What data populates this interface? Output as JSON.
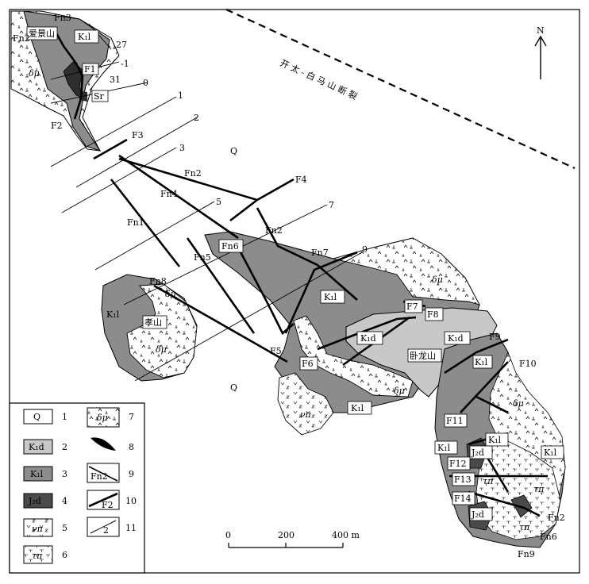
{
  "map": {
    "north_label": "N",
    "fault_label": "开 太 - 白 马 山 断 裂",
    "place_names": [
      "爱景山",
      "孝山",
      "卧龙山"
    ],
    "quaternary_label": "Q",
    "unit_labels": {
      "k1l": "K₁l",
      "k1d": "K₁d",
      "j2d": "J₂d",
      "dmu": "δμ",
      "vpi": "νπ",
      "tpi": "τπ",
      "sr": "Sr",
      "f1": "F1"
    },
    "faults_major": [
      "F2",
      "F3",
      "F4",
      "F5",
      "F6",
      "F7",
      "F8",
      "F9",
      "F10",
      "F11",
      "F12",
      "F13",
      "F14"
    ],
    "faults_minor": [
      "Fn1",
      "Fn2",
      "Fn3",
      "Fn4",
      "Fn5",
      "Fn6",
      "Fn7",
      "Fn8",
      "Fn9"
    ],
    "section_numbers": [
      "-1",
      "0",
      "1",
      "2",
      "3",
      "5",
      "7",
      "9",
      "27",
      "31"
    ]
  },
  "scale": {
    "ticks": [
      "0",
      "200",
      "400 m"
    ]
  },
  "legend": {
    "items": [
      {
        "num": "1",
        "symbol": "Q"
      },
      {
        "num": "2",
        "symbol": "K₁d"
      },
      {
        "num": "3",
        "symbol": "K₁l"
      },
      {
        "num": "4",
        "symbol": "J₂d"
      },
      {
        "num": "5",
        "symbol": "νπ"
      },
      {
        "num": "6",
        "symbol": "τπ"
      },
      {
        "num": "7",
        "symbol": "δμ"
      },
      {
        "num": "8",
        "symbol": ""
      },
      {
        "num": "9",
        "symbol": "Fn2"
      },
      {
        "num": "10",
        "symbol": "F2"
      },
      {
        "num": "11",
        "symbol": "2"
      }
    ]
  },
  "colors": {
    "k1l": "#8c8c8c",
    "k1d": "#c8c8c8",
    "j2d": "#4a4a4a",
    "white": "#ffffff"
  }
}
